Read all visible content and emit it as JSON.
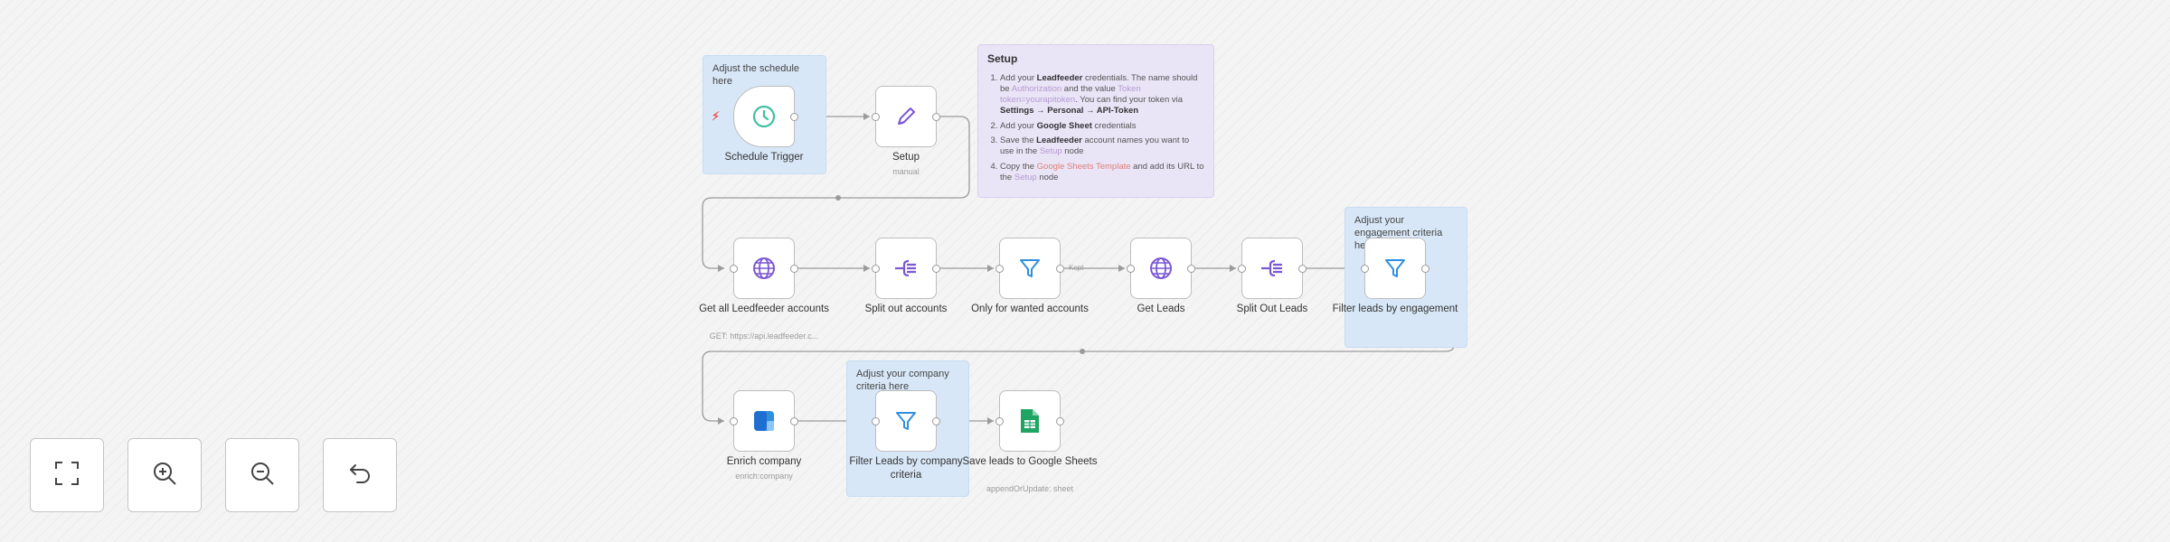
{
  "stickies": {
    "schedule": "Adjust the schedule here",
    "engagement": "Adjust your engagement criteria here",
    "company": "Adjust your company criteria here",
    "setup": {
      "title": "Setup",
      "step1_a": "Add your ",
      "step1_b": "Leadfeeder",
      "step1_c": " credentials. The name should be ",
      "step1_d": "Authorization",
      "step1_e": " and the value ",
      "step1_f": "Token token=yourapitoken",
      "step1_g": ". You can find your token via ",
      "step1_h": "Settings → Personal → API-Token",
      "step2_a": "Add your ",
      "step2_b": "Google Sheet",
      "step2_c": " credentials",
      "step3_a": "Save the ",
      "step3_b": "Leadfeeder",
      "step3_c": " account names you want to use in the ",
      "step3_d": "Setup",
      "step3_e": " node",
      "step4_a": "Copy the ",
      "step4_b": "Google Sheets Template",
      "step4_c": " and add its URL to the ",
      "step4_d": "Setup",
      "step4_e": " node"
    }
  },
  "nodes": {
    "schedule_trigger": {
      "label": "Schedule Trigger",
      "icon": "clock-icon"
    },
    "setup": {
      "label": "Setup",
      "sub": "manual",
      "icon": "pencil-icon"
    },
    "get_accounts": {
      "label": "Get all Leedfeeder accounts",
      "sub": "GET: https://api.leadfeeder.c...",
      "icon": "globe-icon"
    },
    "split_accounts": {
      "label": "Split out accounts",
      "icon": "split-icon"
    },
    "only_wanted": {
      "label": "Only for wanted accounts",
      "icon": "filter-icon"
    },
    "get_leads": {
      "label": "Get Leads",
      "icon": "globe-icon"
    },
    "split_leads": {
      "label": "Split Out Leads",
      "icon": "split-icon"
    },
    "filter_engagement": {
      "label": "Filter leads by engagement",
      "icon": "filter-icon"
    },
    "enrich_company": {
      "label": "Enrich company",
      "sub": "enrich:company",
      "icon": "clearbit-icon"
    },
    "filter_company": {
      "label": "Filter Leads by company criteria",
      "icon": "filter-icon"
    },
    "save_sheets": {
      "label": "Save leads to Google Sheets",
      "sub": "appendOrUpdate: sheet",
      "icon": "google-sheets-icon"
    }
  },
  "edge_labels": {
    "kept": "Kept"
  },
  "controls": {
    "fit": "fit-view-icon",
    "zoom_in": "zoom-in-icon",
    "zoom_out": "zoom-out-icon",
    "reset": "reset-zoom-icon"
  },
  "colors": {
    "sticky_blue": "#d8e7f7",
    "sticky_purple": "#e9e4f6",
    "trigger_green": "#3fbfa0",
    "action_purple": "#7b57d4",
    "filter_blue": "#2f8fe0",
    "sheets_green": "#1fa463",
    "trigger_bolt": "#e8584c"
  }
}
